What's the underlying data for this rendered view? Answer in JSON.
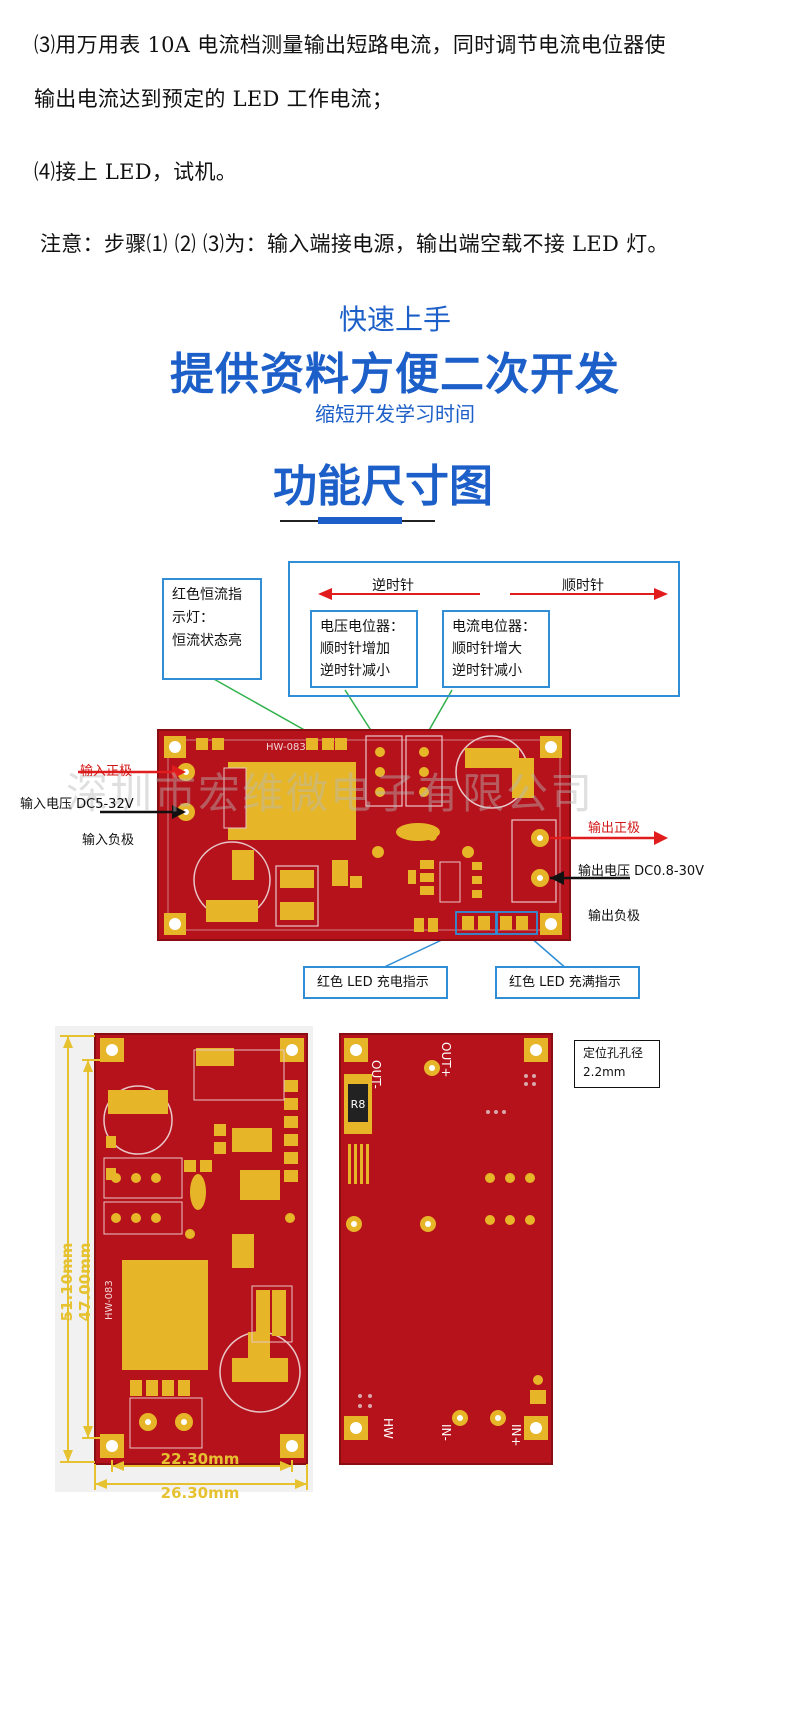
{
  "steps": {
    "s3_line1": "⑶用万用表 10A 电流档测量输出短路电流，同时调节电流电位器使",
    "s3_line2": "输出电流达到预定的 LED 工作电流；",
    "s4": "⑷接上 LED，试机。",
    "note": "注意：步骤⑴ ⑵ ⑶为：输入端接电源，输出端空载不接 LED 灯。"
  },
  "banner": {
    "small": "快速上手",
    "big": "提供资料方便二次开发",
    "sub": "缩短开发学习时间",
    "section_title": "功能尺寸图"
  },
  "diagram": {
    "red_led_box": [
      "红色恒流指",
      "示灯：",
      "恒流状态亮"
    ],
    "ccw_label": "逆时针",
    "cw_label": "顺时针",
    "voltage_pot": [
      "电压电位器：",
      "顺时针增加",
      "逆时针减小"
    ],
    "current_pot": [
      "电流电位器：",
      "顺时针增大",
      "逆时针减小"
    ],
    "in_pos": "输入正极",
    "in_voltage": "输入电压 DC5-32V",
    "in_neg": "输入负极",
    "out_pos": "输出正极",
    "out_voltage": "输出电压 DC0.8-30V",
    "out_neg": "输出负极",
    "led_charge": "红色 LED 充电指示",
    "led_full": "红色 LED 充满指示",
    "watermark": "深圳市宏维微电子有限公司",
    "board_mark": "HW-083"
  },
  "dims": {
    "h_outer": "51.10mm",
    "h_inner": "47.00mm",
    "w_inner": "22.30mm",
    "w_outer": "26.30mm",
    "hole_note": [
      "定位孔孔径",
      "2.2mm"
    ],
    "back_labels": {
      "out_minus": "OUT-",
      "out_plus": "OUT+",
      "r8": "R8",
      "hw": "HW",
      "in_minus": "IN-",
      "in_plus": "IN+"
    }
  },
  "colors": {
    "blue": "#1d5fc9",
    "pcb": "#b5121b",
    "pad": "#e6b628",
    "frame": "#2f8ed6"
  }
}
